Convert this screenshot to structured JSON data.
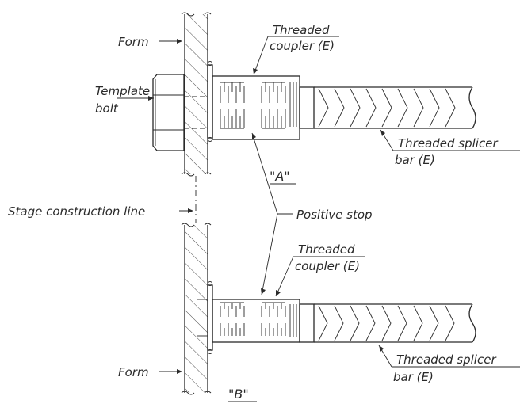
{
  "labels": {
    "form_top": "Form",
    "threaded_coupler_top_line1": "Threaded",
    "threaded_coupler_top_line2": "coupler (E)",
    "template_bolt_line1": "Template",
    "template_bolt_line2": "bolt",
    "threaded_splicer_top_line1": "Threaded splicer",
    "threaded_splicer_top_line2": "bar (E)",
    "detail_a": "\"A\"",
    "stage_construction_line": "Stage construction line",
    "positive_stop": "Positive stop",
    "threaded_coupler_bottom_line1": "Threaded",
    "threaded_coupler_bottom_line2": "coupler (E)",
    "threaded_splicer_bottom_line1": "Threaded splicer",
    "threaded_splicer_bottom_line2": "bar (E)",
    "form_bottom": "Form",
    "detail_b": "\"B\""
  }
}
